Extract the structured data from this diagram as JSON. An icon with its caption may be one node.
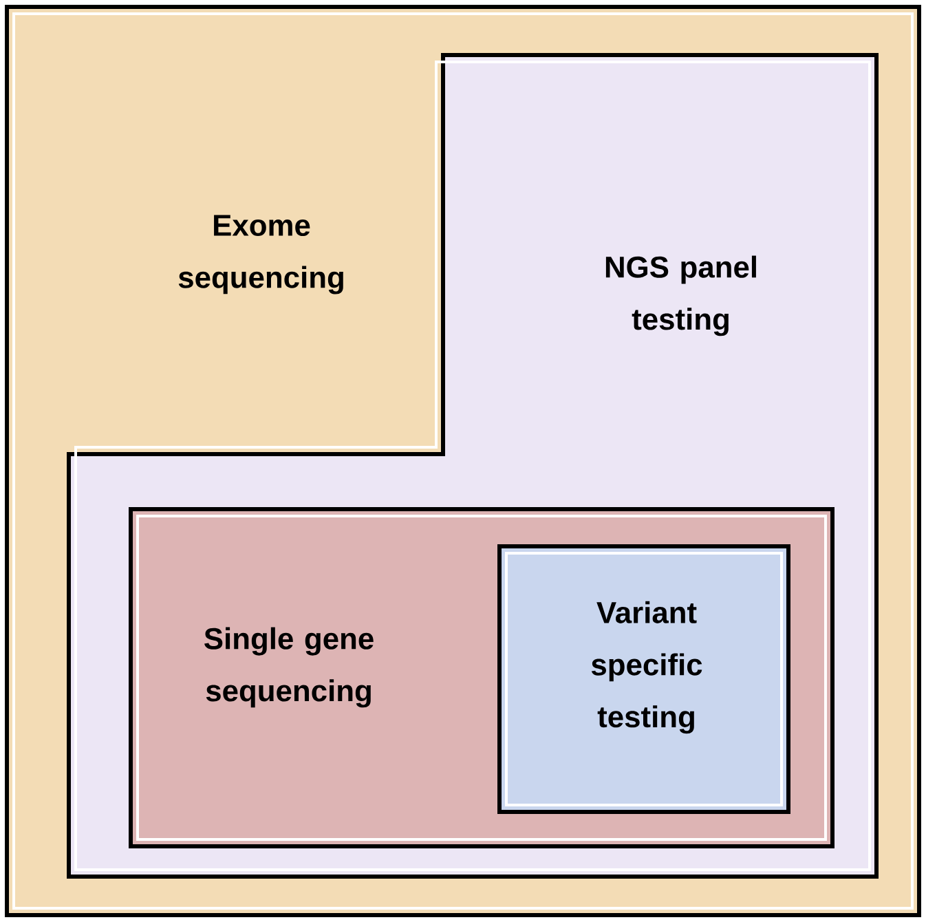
{
  "diagram": {
    "nodes": [
      {
        "text": [
          "Exome sequencing"
        ]
      },
      {
        "text": [
          "NGS panel testing"
        ],
        "in": 0
      },
      {
        "text": [
          "Single gene sequencing"
        ],
        "in": 1
      },
      {
        "text": [
          "Variant specific testing"
        ],
        "in": 2
      }
    ]
  }
}
